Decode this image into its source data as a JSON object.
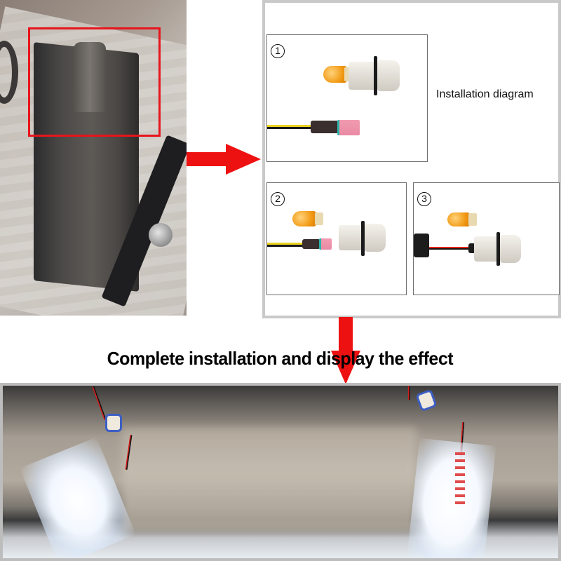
{
  "diagram": {
    "title": "Installation diagram",
    "steps": [
      {
        "number": "①",
        "label": "1"
      },
      {
        "number": "②",
        "label": "2"
      },
      {
        "number": "③",
        "label": "3"
      }
    ]
  },
  "caption": "Complete installation and display the effect",
  "colors": {
    "accent_red": "#ee1111",
    "highlight_box": "#e8141b",
    "panel_border": "#c9c9c9",
    "amber_bulb": "#f29a14"
  },
  "icons": {
    "arrow_right": "right-arrow-icon",
    "arrow_down": "down-arrow-icon"
  }
}
